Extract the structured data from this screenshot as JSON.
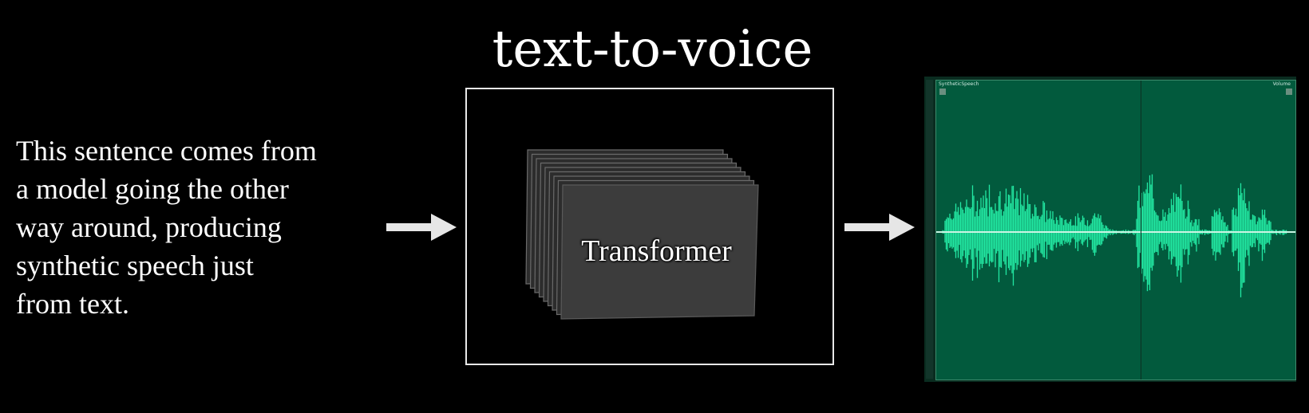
{
  "title": "text-to-voice",
  "description_lines": [
    "This sentence comes from",
    "a model going the other",
    "way around, producing",
    "synthetic speech just",
    "from text."
  ],
  "model": {
    "label": "Transformer",
    "layer_color": "#3a3a3a"
  },
  "waveform": {
    "track_name": "SyntheticSpeech",
    "volume_label": "Volume",
    "background_color": "#025a3d",
    "wave_color": "#22e7a2"
  },
  "colors": {
    "background": "#000000",
    "text": "#ffffff",
    "arrow": "#e6e6e6"
  },
  "icons": [
    "right-arrow-icon",
    "right-arrow-icon"
  ]
}
